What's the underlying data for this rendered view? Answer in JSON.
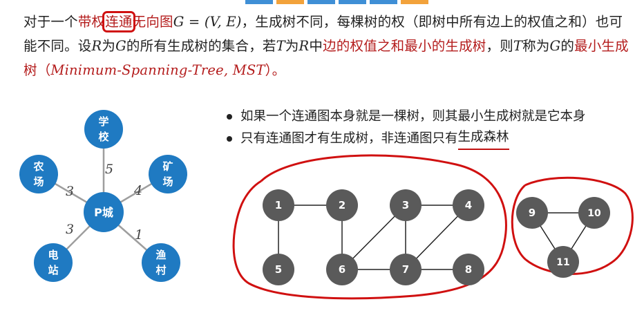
{
  "definition": {
    "t1": "对于一个",
    "t2": "带权",
    "t3": "连通",
    "t4": "无向图",
    "t5": "G = (V, E)",
    "t6": "，生成树不同，每棵树的权（即树中所有边上的权值之和）也可能不同。设",
    "t7": "R",
    "t8": "为",
    "t9": "G",
    "t10": "的所有生成树的集合，若",
    "t11": "T",
    "t12": "为",
    "t13": "R",
    "t14": "中",
    "t15": "边的权值之和最小的生成树",
    "t16": "，则",
    "t17": "T",
    "t18": "称为",
    "t19": "G",
    "t20": "的",
    "t21": "最小生成树",
    "t22": "（",
    "t23": "Minimum-Spanning-Tree, MST",
    "t24": "）。"
  },
  "bullets": {
    "b1": "如果一个连通图本身就是一棵树，则其最小生成树就是它本身",
    "b2a": "只有连通图才有生成树，非连通图只有",
    "b2b": "生成森林"
  },
  "colors": {
    "blue_node": "#1f7ac2",
    "gray_node": "#5a5a5a",
    "red_accent": "#b41c1c",
    "ink_red": "#d01010"
  },
  "star_graph": {
    "center": "P城",
    "nodes": [
      {
        "id": "school",
        "line1": "学",
        "line2": "校"
      },
      {
        "id": "farm",
        "line1": "农",
        "line2": "场"
      },
      {
        "id": "mine",
        "line1": "矿",
        "line2": "场"
      },
      {
        "id": "power",
        "line1": "电",
        "line2": "站"
      },
      {
        "id": "fishing",
        "line1": "渔",
        "line2": "村"
      }
    ],
    "weights": {
      "school": "5",
      "farm": "3",
      "mine": "4",
      "power": "3",
      "fishing": "1"
    }
  },
  "forest": {
    "nodes": [
      "1",
      "2",
      "3",
      "4",
      "5",
      "6",
      "7",
      "8",
      "9",
      "10",
      "11"
    ],
    "edges": [
      [
        "1",
        "2"
      ],
      [
        "1",
        "5"
      ],
      [
        "2",
        "6"
      ],
      [
        "6",
        "3"
      ],
      [
        "3",
        "7"
      ],
      [
        "6",
        "7"
      ],
      [
        "7",
        "4"
      ],
      [
        "3",
        "4"
      ],
      [
        "7",
        "8"
      ],
      [
        "9",
        "10"
      ],
      [
        "9",
        "11"
      ],
      [
        "10",
        "11"
      ]
    ]
  }
}
